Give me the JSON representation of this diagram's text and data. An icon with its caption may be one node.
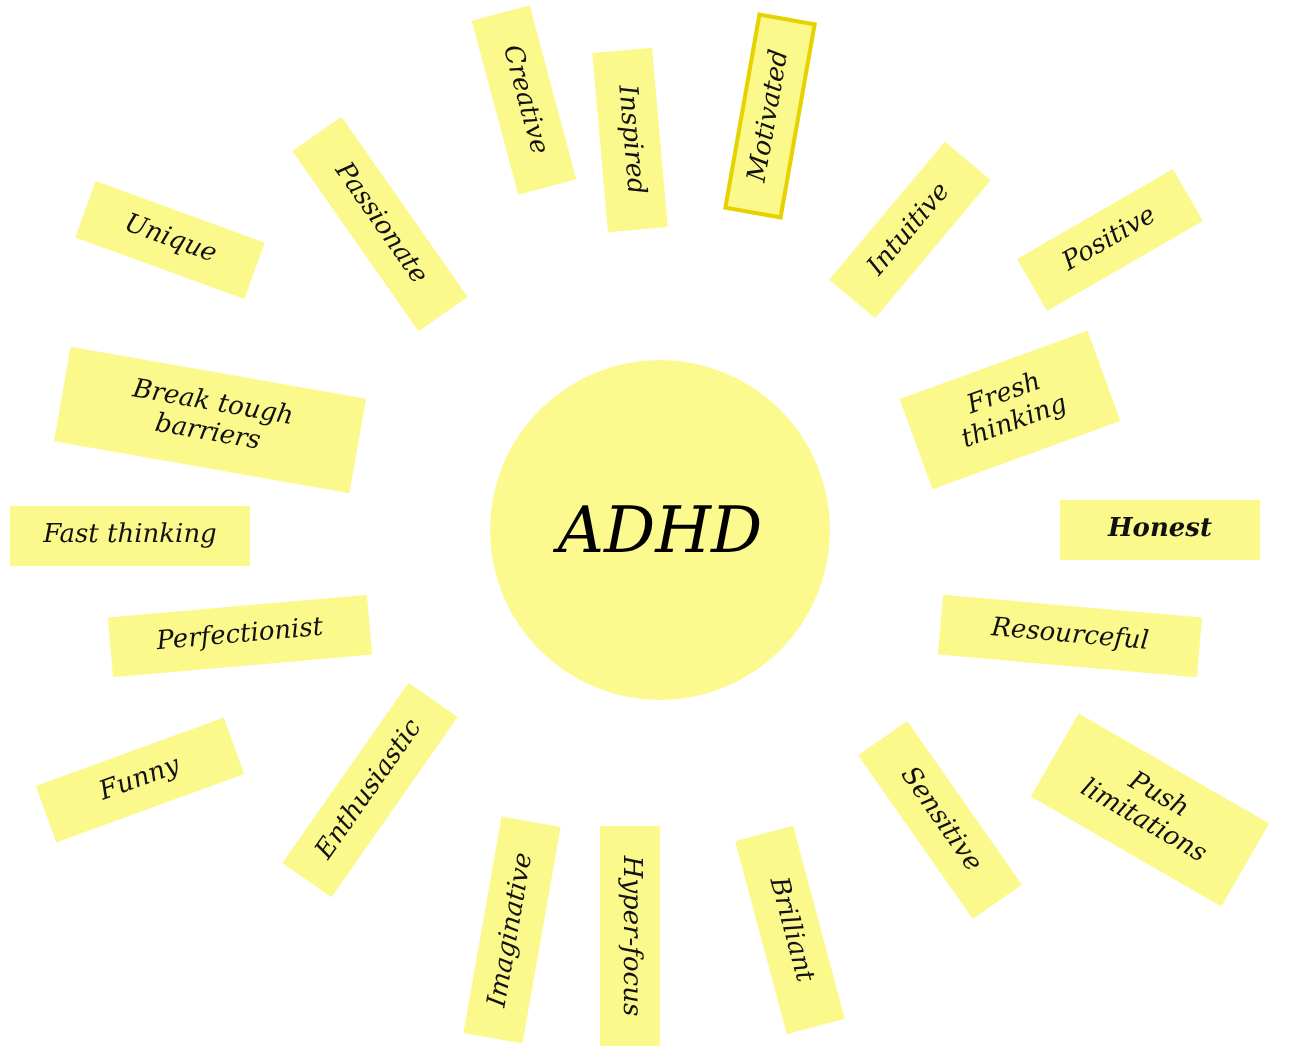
{
  "diagram": {
    "nodes": [
      {
        "text": [
          "ADHD"
        ]
      },
      {
        "text": [
          "Creative"
        ]
      },
      {
        "text": [
          "Inspired"
        ]
      },
      {
        "text": [
          "Motivated"
        ]
      },
      {
        "text": [
          "Unique"
        ]
      },
      {
        "text": [
          "Passionate"
        ]
      },
      {
        "text": [
          "Intuitive"
        ]
      },
      {
        "text": [
          "Positive"
        ]
      },
      {
        "text": [
          "Break tough barriers"
        ]
      },
      {
        "text": [
          "Fresh thinking"
        ]
      },
      {
        "text": [
          "Fast thinking"
        ]
      },
      {
        "text": [
          "Honest"
        ]
      },
      {
        "text": [
          "Perfectionist"
        ]
      },
      {
        "text": [
          "Resourceful"
        ]
      },
      {
        "text": [
          "Funny"
        ]
      },
      {
        "text": [
          "Enthusiastic"
        ]
      },
      {
        "text": [
          "Push limitations"
        ]
      },
      {
        "text": [
          "Sensitive"
        ]
      },
      {
        "text": [
          "Imaginative"
        ]
      },
      {
        "text": [
          "Hyper-focus"
        ]
      },
      {
        "text": [
          "Brilliant"
        ]
      }
    ]
  }
}
